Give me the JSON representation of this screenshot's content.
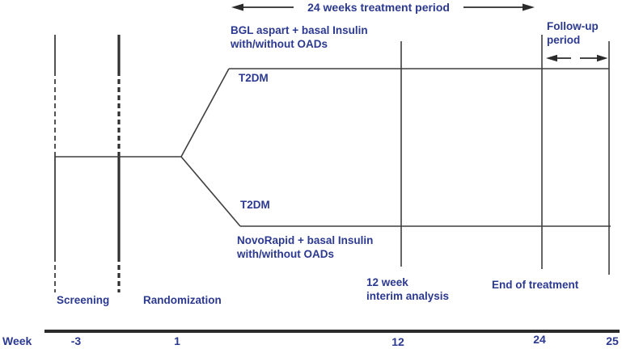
{
  "colors": {
    "text_navy": "#2b3990",
    "line_gray": "#3f3f3f",
    "axis_black": "#2b2b2b"
  },
  "header": {
    "treatment_arrow_label": "24 weeks treatment period"
  },
  "followup": {
    "line1": "Follow-up",
    "line2": "period"
  },
  "arms": {
    "top": {
      "regimen_line1": "BGL aspart + basal Insulin",
      "regimen_line2": "with/without OADs",
      "population": "T2DM"
    },
    "bottom": {
      "population": "T2DM",
      "regimen_line1": "NovoRapid + basal Insulin",
      "regimen_line2": "with/without OADs"
    }
  },
  "milestones": {
    "screening": "Screening",
    "randomization": "Randomization",
    "interim_line1": "12 week",
    "interim_line2": "interim analysis",
    "end_of_treatment": "End of treatment"
  },
  "axis": {
    "label": "Week",
    "ticks": [
      "-3",
      "1",
      "12",
      "24",
      "25"
    ]
  }
}
